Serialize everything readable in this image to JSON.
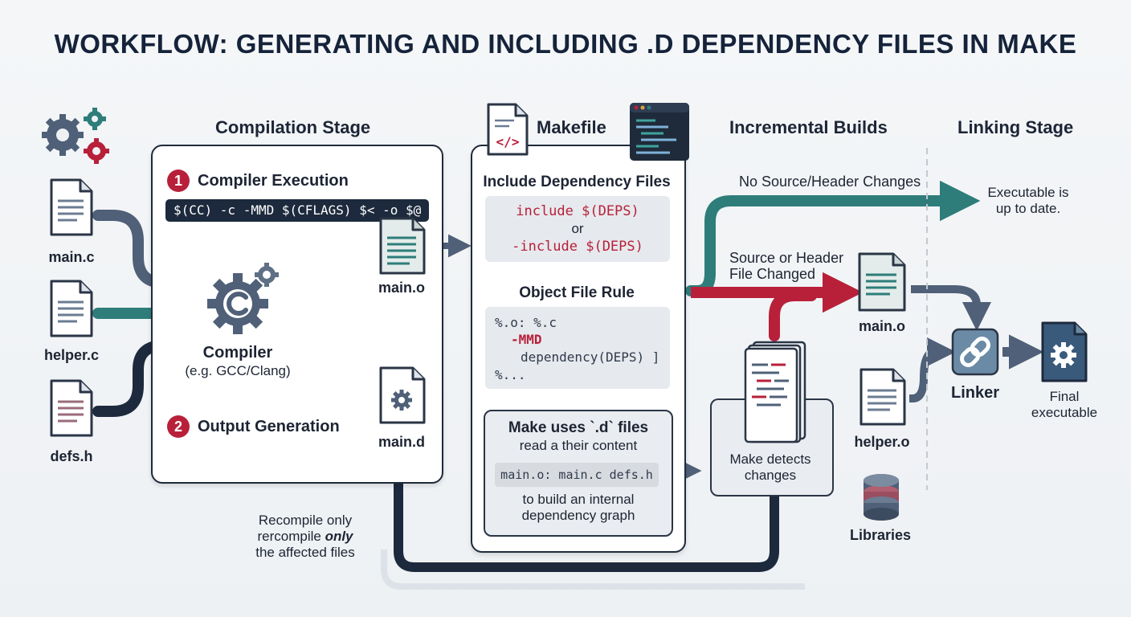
{
  "title": "WORKFLOW: GENERATING AND INCLUDING .D DEPENDENCY FILES IN MAKE",
  "inputs": [
    {
      "name": "main.c"
    },
    {
      "name": "helper.c"
    },
    {
      "name": "defs.h"
    }
  ],
  "compilation": {
    "heading": "Compilation Stage",
    "step1_num": "1",
    "step1_label": "Compiler Execution",
    "command": "$(CC) -c -MMD $(CFLAGS) $< -o $@",
    "compiler_label": "Compiler",
    "compiler_sub": "(e.g. GCC/Clang)",
    "step2_num": "2",
    "step2_label": "Output Generation",
    "out_obj": "main.o",
    "out_dep": "main.d"
  },
  "makefile": {
    "heading": "Makefile",
    "include_heading": "Include Dependency Files",
    "include_line": "include $(DEPS)",
    "include_or": "or",
    "include_alt": "-include $(DEPS)",
    "rule_heading": "Object File Rule",
    "rule_line1": "%.o: %.c",
    "rule_line2": "-MMD",
    "rule_line3": "dependency(DEPS) ]",
    "rule_line4": "%...",
    "uses_heading": "Make uses `.d` files",
    "uses_sub": "read a their content",
    "uses_code": "main.o: main.c defs.h",
    "uses_tail1": "to build an internal",
    "uses_tail2": "dependency graph"
  },
  "incremental": {
    "heading": "Incremental Builds",
    "no_change": "No Source/Header Changes",
    "up_to_date_1": "Executable is",
    "up_to_date_2": "up to date.",
    "changed_1": "Source or Header",
    "changed_2": "File Changed",
    "detects_1": "Make detects",
    "detects_2": "changes"
  },
  "linking": {
    "heading": "Linking Stage",
    "obj1": "main.o",
    "obj2": "helper.o",
    "libraries": "Libraries",
    "linker": "Linker",
    "final_1": "Final",
    "final_2": "executable"
  },
  "recompile": {
    "line1": "Recompile only",
    "line2_pre": "rercompile ",
    "line2_em": "only",
    "line3": "the affected files"
  },
  "colors": {
    "navy": "#1d2a3d",
    "slate": "#4f6078",
    "teal": "#2e7d7a",
    "crimson": "#b8203a"
  }
}
